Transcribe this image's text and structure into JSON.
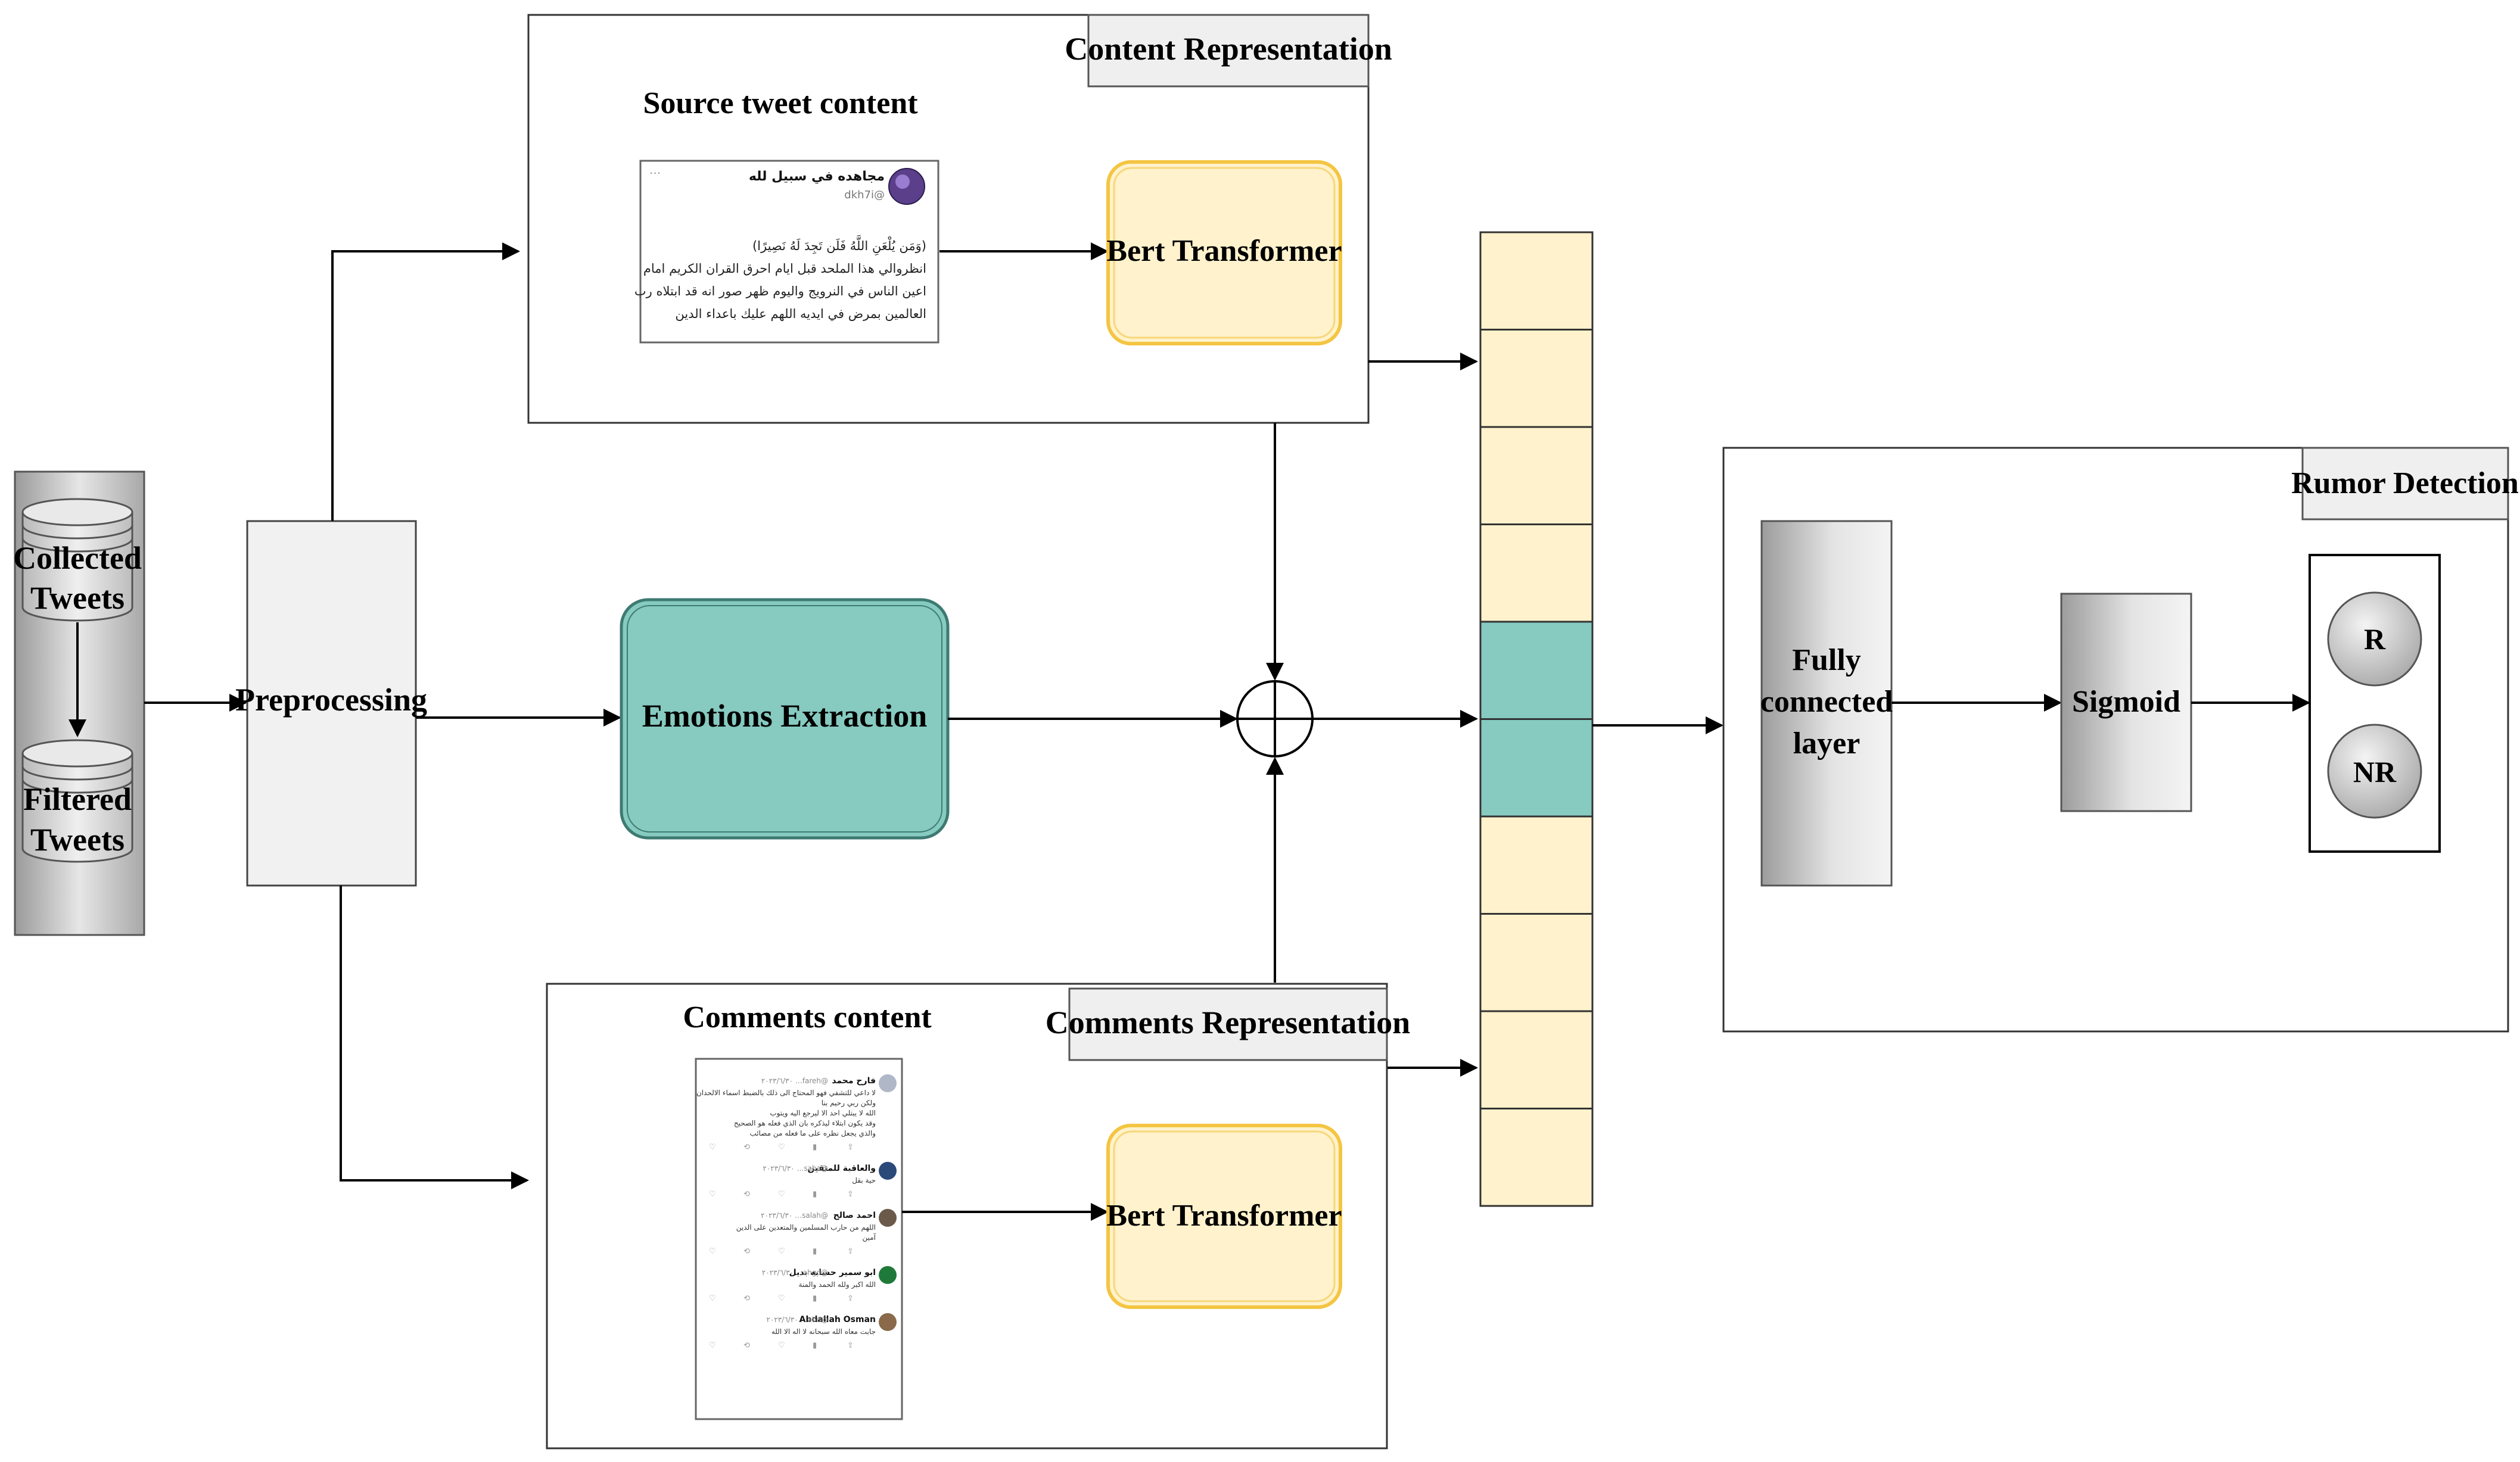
{
  "content_representation": {
    "title": "Content Representation",
    "subtitle": "Source tweet content",
    "transformer_label": "Bert Transformer",
    "tweet": {
      "author": "مجاهده في سبيل لله",
      "handle": "@dkh7i",
      "lines": [
        "(وَمَن يُلْعَنِ اللَّهُ فَلَن تَجِدَ لَهُ نَصِيرًا)",
        "انظروالي هذا الملحد قبل ايام احرق القران الكريم امام",
        "اعين الناس في النرويج واليوم ظهر صور انه قد ابتلاه رب",
        "العالمين بمرض في ايديه اللهم عليك باعداء الدين"
      ]
    }
  },
  "comments_representation": {
    "title": "Comments Representation",
    "subtitle": "Comments content",
    "transformer_label": "Bert Transformer",
    "comments": [
      {
        "author": "فارح محمد",
        "meta": "@fareh… ٢٠٢٣/٦/٣٠",
        "lines": [
          "لا داعي للتشفي فهو المحتاج الى ذلك بالضبط اسماء الالحدان",
          "ولكن ربي رحيم بنا",
          "الله لا يبتلي احد الا ليرجع اليه ويتوب",
          "وقد يكون ابتلاء ليذكره بان الذي فعله هو الصحيح",
          "والذي يجعل نظره على ما فعله من مصائب"
        ]
      },
      {
        "author": "والعاقبة للمتقين",
        "meta": "@saba… ٢٠٢٣/٦/٣٠",
        "lines": [
          "حية بقل"
        ]
      },
      {
        "author": "احمد صالح",
        "meta": "@salah… ٢٠٢٣/٦/٣٠",
        "lines": [
          "اللهم من حارب المسلمين والمتعدين على الدين",
          "آمين"
        ]
      },
      {
        "author": "ابو سمير حسابه بديل",
        "meta": "@ahgd… ٢٠٢٣/٦/٣٠",
        "lines": [
          "الله اكبر ولله الحمد والمنة"
        ]
      },
      {
        "author": "Abdallah Osman",
        "meta": "@abd… ٢٠٢٣/٦/٣٠",
        "lines": [
          "جابت معاه الله سبحانه لا اله الا الله"
        ]
      }
    ]
  },
  "collected_tweets": "Collected Tweets",
  "filtered_tweets": "Filtered Tweets",
  "preprocessing": "Preprocessing",
  "emotions_extraction": "Emotions Extraction",
  "rumor_detection": {
    "title": "Rumor Detection",
    "fully_connected": [
      "Fully",
      "connected",
      "layer"
    ],
    "sigmoid": "Sigmoid",
    "outputs": [
      "R",
      "NR"
    ]
  },
  "feature_vector": {
    "segments": [
      "content",
      "content",
      "content",
      "content",
      "emotion",
      "emotion",
      "comments",
      "comments",
      "comments",
      "comments"
    ]
  },
  "colors": {
    "bert_fill": "#fff2cc",
    "bert_stroke": "#f4c542",
    "emotion_fill": "#86cac0",
    "emotion_stroke": "#3d7a72",
    "vector_content": "#fff2cc",
    "vector_emotion": "#86cac0",
    "panel_title_fill": "#efefef"
  }
}
